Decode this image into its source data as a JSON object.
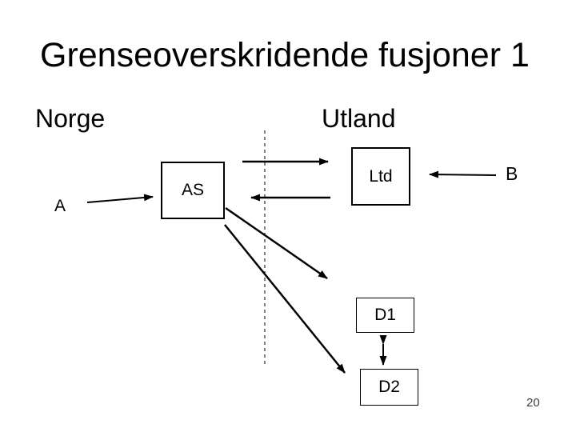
{
  "slide": {
    "title": "Grenseoverskridende fusjoner 1",
    "page_number": "20"
  },
  "regions": {
    "left": "Norge",
    "right": "Utland"
  },
  "boxes": {
    "as": "AS",
    "ltd": "Ltd",
    "d1": "D1",
    "d2": "D2"
  },
  "labels": {
    "a": "A",
    "b": "B"
  },
  "colors": {
    "background": "#ffffff",
    "ink": "#000000",
    "page_number": "#3c3c3c"
  }
}
